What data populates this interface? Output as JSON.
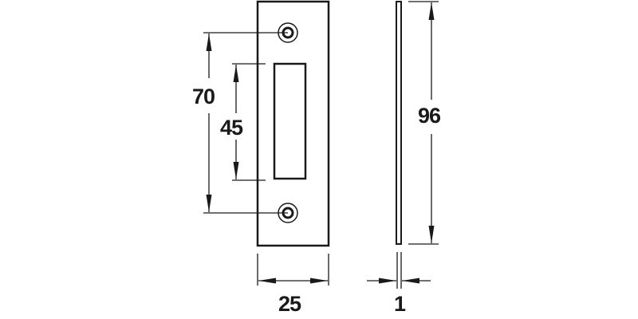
{
  "drawing": {
    "title": "Strike plate dimensional drawing",
    "units": "mm",
    "stroke_color": "#1a1a1a",
    "background": "#ffffff"
  },
  "dimensions": {
    "hole_spacing": "70",
    "slot_height": "45",
    "plate_width": "25",
    "plate_thickness": "1",
    "plate_height": "96"
  },
  "views": [
    {
      "name": "front-view",
      "features": [
        "plate-outline",
        "top-screw-hole",
        "bottom-screw-hole",
        "rectangular-slot"
      ]
    },
    {
      "name": "side-view",
      "features": [
        "plate-profile"
      ]
    }
  ]
}
